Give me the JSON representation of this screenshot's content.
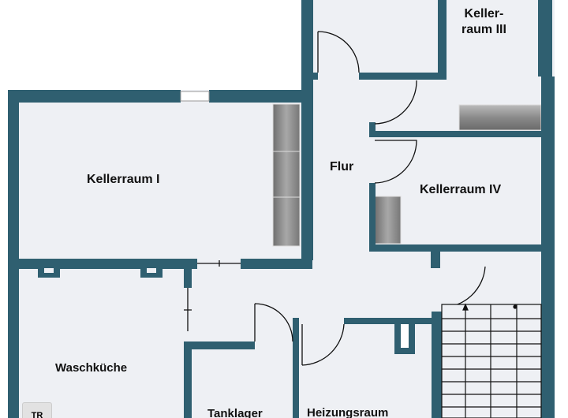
{
  "colors": {
    "wall": "#2f5f70",
    "floor": "#eef0f4",
    "furniture": "#8a8a8a"
  },
  "rooms": {
    "kellerraum_1": "Kellerraum I",
    "kellerraum_3_line1": "Keller-",
    "kellerraum_3_line2": "raum III",
    "kellerraum_4": "Kellerraum IV",
    "flur": "Flur",
    "waschkueche": "Waschküche",
    "tanklager": "Tanklager",
    "heizungsraum": "Heizungsraum"
  },
  "markers": {
    "tr": "TR"
  }
}
